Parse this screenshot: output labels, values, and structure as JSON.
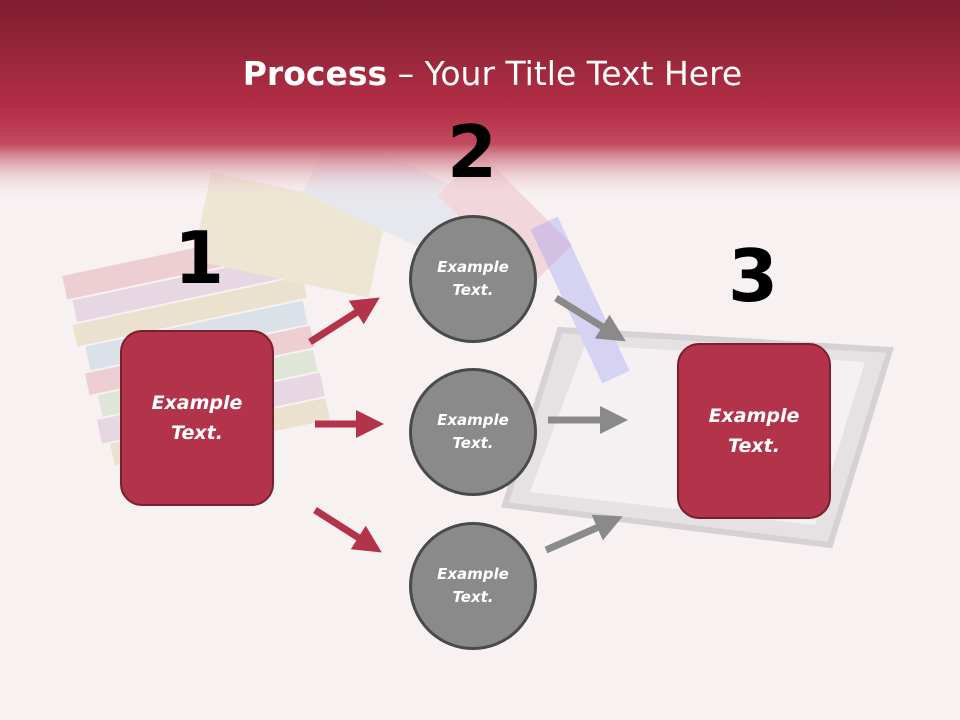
{
  "title": {
    "bold": "Process",
    "rest": " – Your Title Text Here"
  },
  "steps": [
    {
      "number": "1",
      "text_line1": "Example",
      "text_line2": "Text."
    },
    {
      "number": "2"
    },
    {
      "number": "3",
      "text_line1": "Example",
      "text_line2": "Text."
    }
  ],
  "circles": [
    {
      "line1": "Example",
      "line2": "Text."
    },
    {
      "line1": "Example",
      "line2": "Text."
    },
    {
      "line1": "Example",
      "line2": "Text."
    }
  ],
  "colors": {
    "header": "#b02e45",
    "box_fill": "#b3334a",
    "box_border": "#7a1f2d",
    "circle_fill": "#8a8a8a",
    "circle_border": "#4a4a4a",
    "red_arrow": "#b3334a",
    "gray_arrow": "#8a8a8a"
  }
}
